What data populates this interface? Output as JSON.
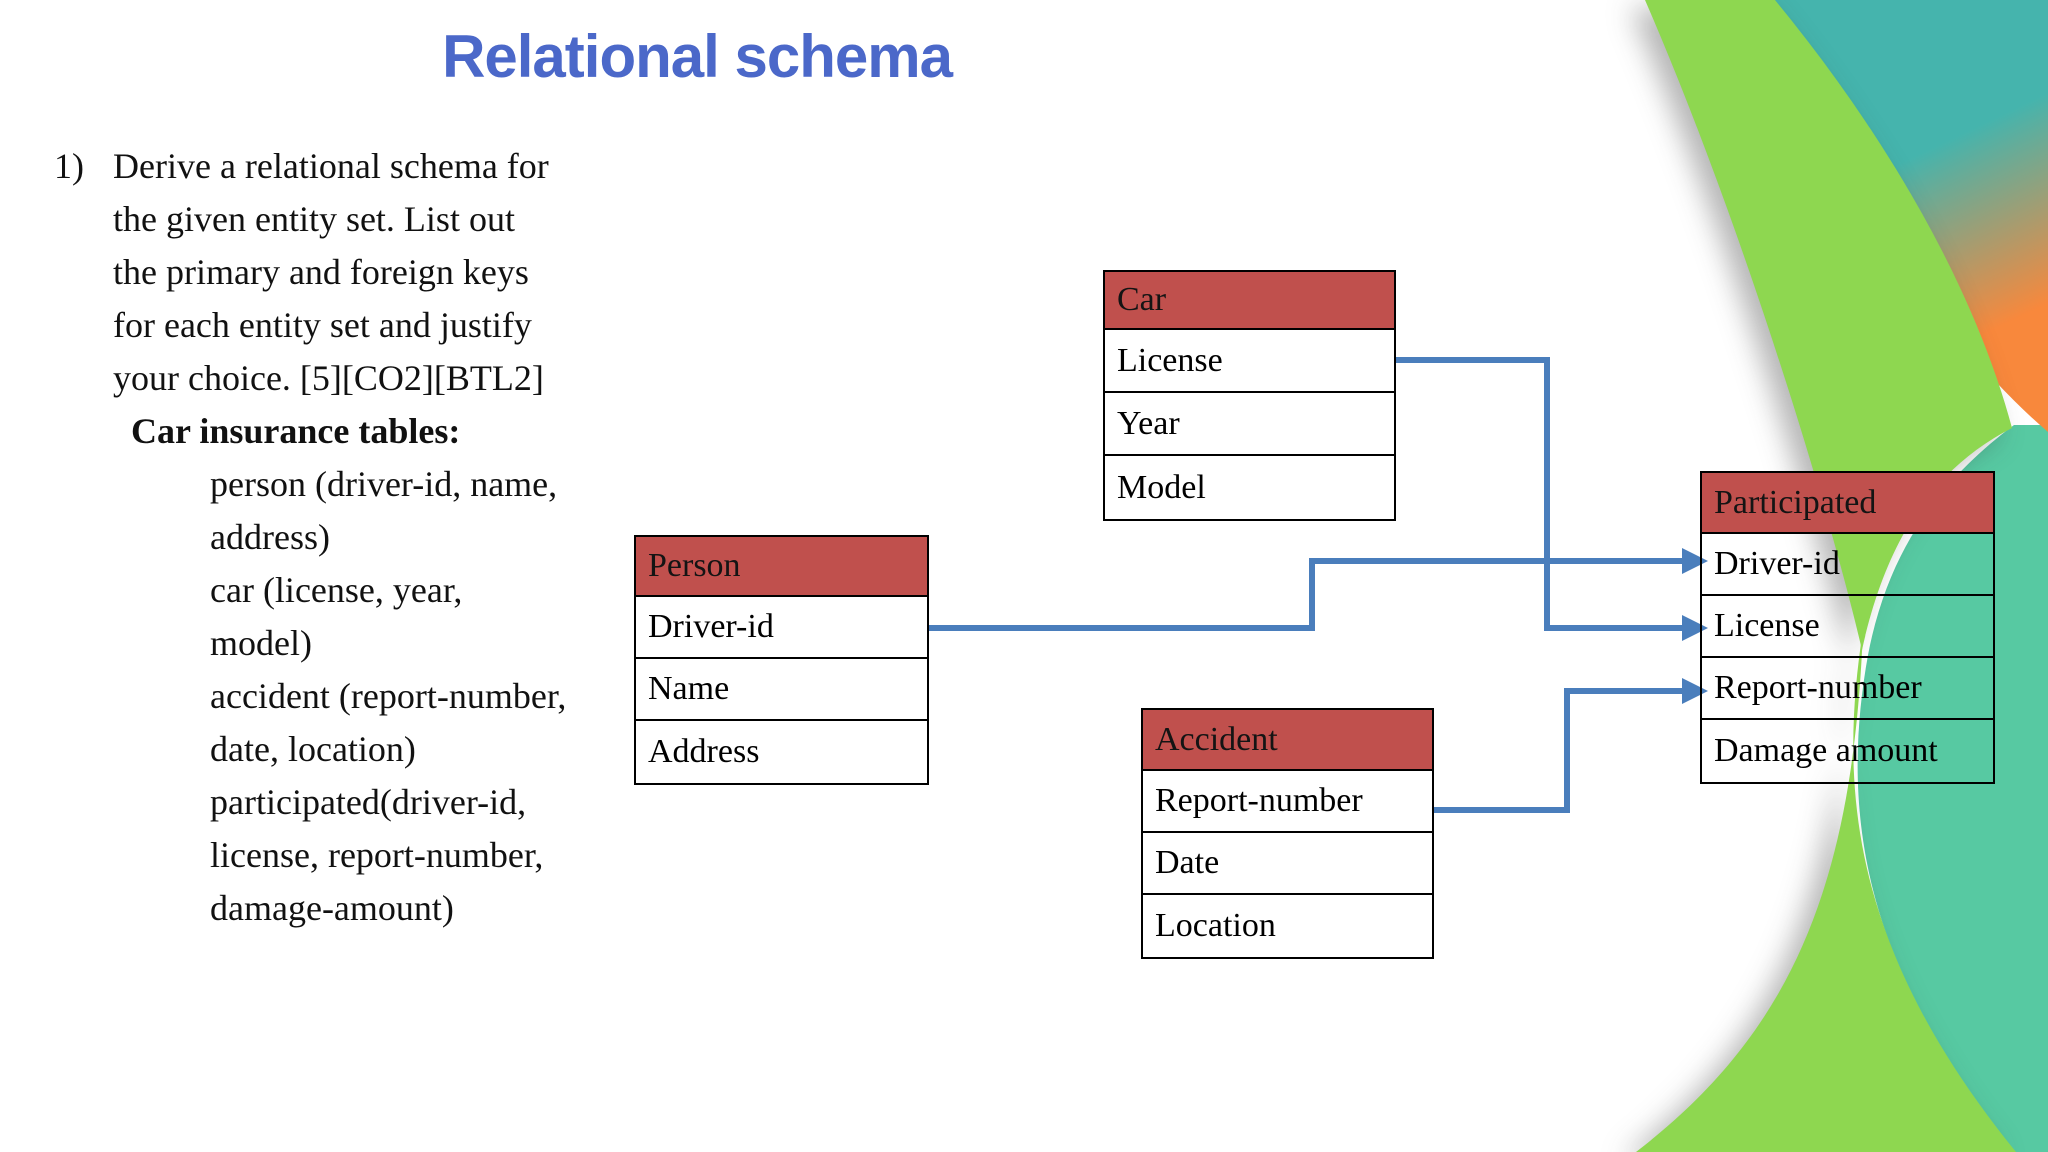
{
  "slide": {
    "title": "Relational schema"
  },
  "problem": {
    "number": "1)",
    "lines": [
      "Derive a relational schema for",
      "the given entity set. List out",
      "the primary and foreign keys",
      "for each entity set and justify",
      "your choice. [5][CO2][BTL2]"
    ],
    "heading": "Car insurance tables:",
    "items": [
      "person (driver-id, name,",
      "address)",
      "car (license, year,",
      "model)",
      "accident (report-number,",
      "date, location)",
      "participated(driver-id,",
      "license, report-number,",
      "damage-amount)"
    ]
  },
  "tables": {
    "car": {
      "title": "Car",
      "rows": [
        "License",
        "Year",
        "Model"
      ]
    },
    "person": {
      "title": "Person",
      "rows": [
        "Driver-id",
        "Name",
        "Address"
      ]
    },
    "accident": {
      "title": "Accident",
      "rows": [
        "Report-number",
        "Date",
        "Location"
      ]
    },
    "participated": {
      "title": "Participated",
      "rows": [
        "Driver-id",
        "License",
        "Report-number",
        "Damage amount"
      ]
    }
  },
  "connectors": [
    {
      "from": "Person.Driver-id",
      "to": "Participated.Driver-id"
    },
    {
      "from": "Car.License",
      "to": "Participated.License"
    },
    {
      "from": "Accident.Report-number",
      "to": "Participated.Report-number"
    }
  ],
  "colors": {
    "title": "#4b68c9",
    "table-header": "#c0504d",
    "connector": "#4a7ebc",
    "swoosh-green": "#8ed750",
    "swoosh-teal": "#45b4ad",
    "swoosh-orange": "#f8883c",
    "swoosh-seagreen": "#57c9a2"
  }
}
